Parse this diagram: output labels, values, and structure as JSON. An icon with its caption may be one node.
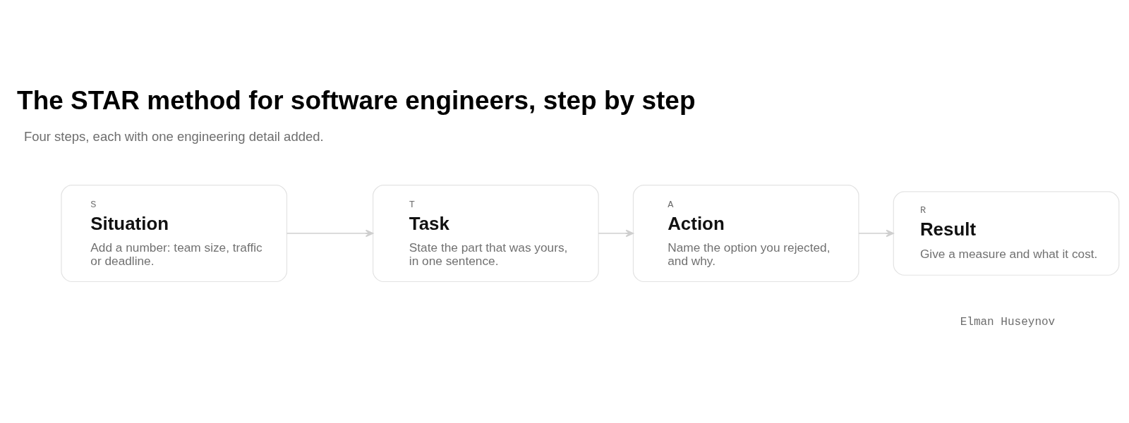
{
  "diagram": {
    "title": "The STAR method for software engineers, step by step",
    "nodes": [
      {
        "text": [
          "S",
          "Situation",
          "Add a number: team size, traffic or deadline."
        ]
      },
      {
        "text": [
          "T",
          "Task",
          "State the part that was yours, in one sentence."
        ]
      },
      {
        "text": [
          "A",
          "Action",
          "Name the option you rejected, and why."
        ]
      },
      {
        "text": [
          "R",
          "Result",
          "Give a measure and what it cost."
        ]
      }
    ],
    "edges": [
      {
        "from": 0,
        "to": 1,
        "arrow": "to"
      },
      {
        "from": 1,
        "to": 2,
        "arrow": "to"
      },
      {
        "from": 2,
        "to": 3,
        "arrow": "to"
      }
    ],
    "labels": [
      "Four steps, each with one engineering detail added.",
      "Elman Huseynov"
    ]
  }
}
